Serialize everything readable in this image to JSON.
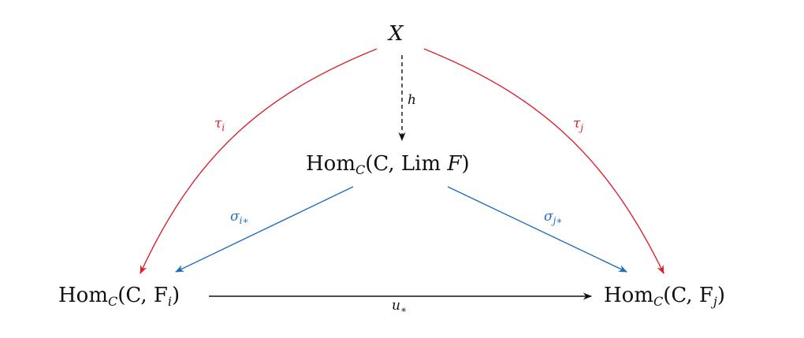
{
  "colors": {
    "tau": "#d9232d",
    "sigma": "#1f6fbf",
    "black": "#111111"
  },
  "nodes": {
    "top": {
      "var": "X"
    },
    "mid": {
      "hom": "Hom",
      "cat": "C",
      "args_open": "(C, ",
      "lim": "Lim",
      "functor": "F",
      "args_close": ")"
    },
    "left": {
      "hom": "Hom",
      "cat": "C",
      "args": "(C, F",
      "index": "i",
      "close": ")"
    },
    "right": {
      "hom": "Hom",
      "cat": "C",
      "args": "(C, F",
      "index": "j",
      "close": ")"
    }
  },
  "arrows": {
    "h": {
      "label": "h",
      "style": "dashed"
    },
    "tau_i": {
      "label": "τ",
      "index": "i"
    },
    "tau_j": {
      "label": "τ",
      "index": "j"
    },
    "sigma_i": {
      "label": "σ",
      "index": "i∗"
    },
    "sigma_j": {
      "label": "σ",
      "index": "j∗"
    },
    "u": {
      "label": "u",
      "index": "∗"
    }
  }
}
